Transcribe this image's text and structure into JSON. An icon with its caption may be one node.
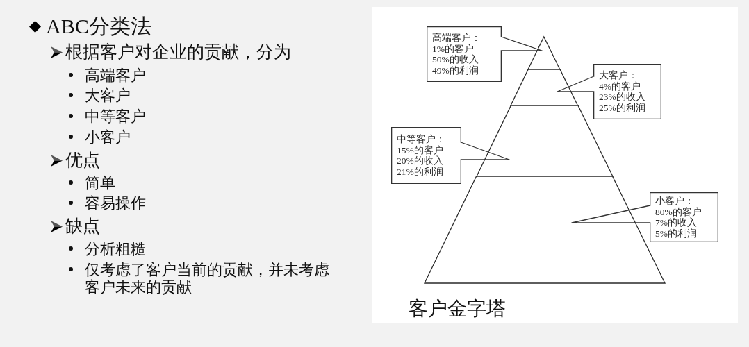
{
  "diagram": {
    "caption": "客户金字塔",
    "nodes": [
      {
        "text": [
          "高端客户：",
          "1%的客户",
          "50%的收入",
          "49%的利润"
        ]
      },
      {
        "text": [],
        "shape": "triangle"
      },
      {
        "text": [
          "大客户：",
          "4%的客户",
          "23%的收入",
          "25%的利润"
        ]
      },
      {
        "text": [],
        "shape": "trapezoid"
      },
      {
        "text": [],
        "shape": "trapezoid"
      },
      {
        "text": [
          "中等客户：",
          "15%的客户",
          "20%的收入",
          "21%的利润"
        ]
      },
      {
        "text": [],
        "shape": "trapezoid"
      },
      {
        "text": [
          "小客户：",
          "80%的客户",
          "7%的收入",
          "5%的利润"
        ]
      }
    ],
    "edges": [
      {
        "from": 0,
        "to": 1,
        "arrow": "none"
      },
      {
        "from": 2,
        "to": 3,
        "arrow": "none"
      },
      {
        "from": 5,
        "to": 4,
        "arrow": "none"
      },
      {
        "from": 7,
        "to": 6,
        "arrow": "none"
      }
    ],
    "labels": [
      "ABC分类法",
      "根据客户对企业的贡献，分为",
      "高端客户",
      "大客户",
      "中等客户",
      "小客户",
      "优点",
      "简单",
      "容易操作",
      "缺点",
      "分析粗糙",
      "仅考虑了客户当前的贡献，并未考虑客户未来的贡献"
    ]
  }
}
